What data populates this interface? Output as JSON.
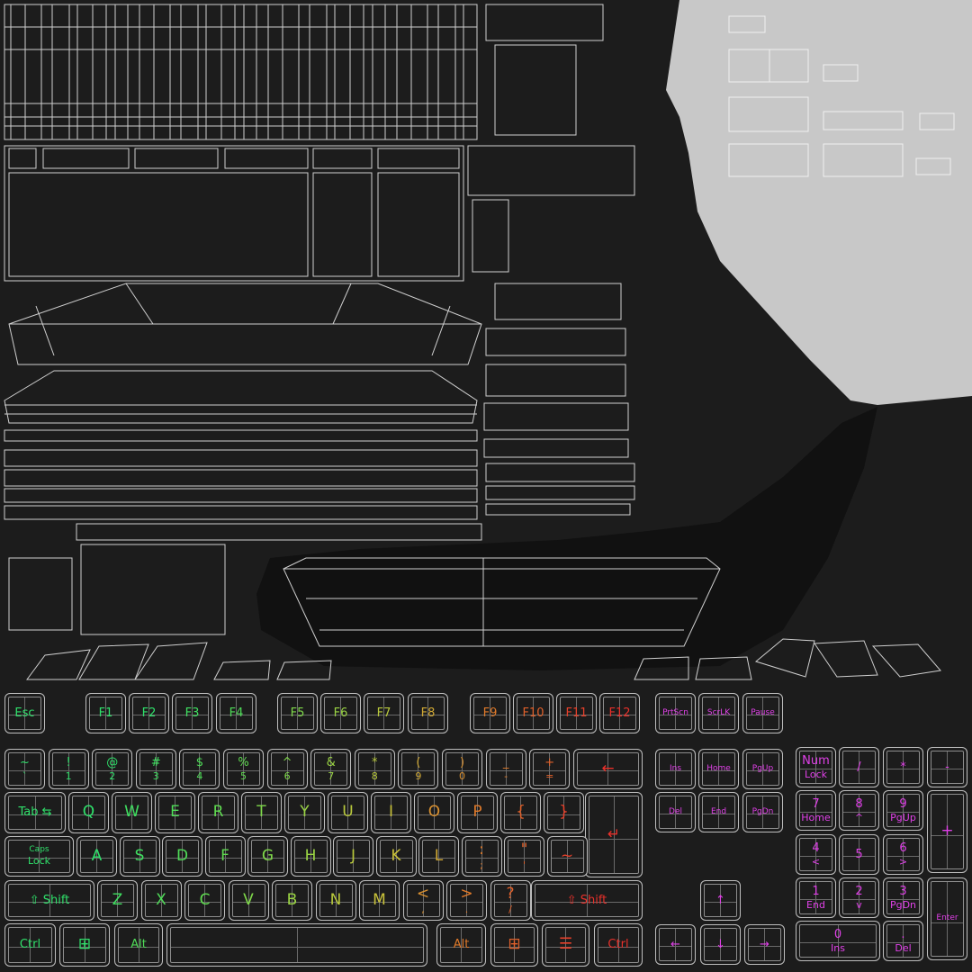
{
  "image": {
    "kind": "UV texture layout of a keyboard 3D model, wireframe",
    "background": "#1c1c1c",
    "uv_island_fill": "#c8c8c8",
    "wire_color": "#d0d0d0"
  },
  "colors": {
    "green": "#2fe06a",
    "lime": "#7fd94a",
    "yellow": "#c9c23a",
    "orange": "#e07a2a",
    "red": "#e8302a",
    "magenta": "#e040e8"
  },
  "keys": [
    {
      "label": "Esc",
      "color": "#2fe06a"
    },
    {
      "label": "F1",
      "color": "#2fe06a"
    },
    {
      "label": "F2",
      "color": "#2fe06a"
    },
    {
      "label": "F3",
      "color": "#3fe060"
    },
    {
      "label": "F4",
      "color": "#4fdc58"
    },
    {
      "label": "F5",
      "color": "#7fd94a"
    },
    {
      "label": "F6",
      "color": "#9ad444"
    },
    {
      "label": "F7",
      "color": "#b8c83c"
    },
    {
      "label": "F8",
      "color": "#d0a834"
    },
    {
      "label": "F9",
      "color": "#e07a2a"
    },
    {
      "label": "F10",
      "color": "#e0602a"
    },
    {
      "label": "F11",
      "color": "#e8402a"
    },
    {
      "label": "F12",
      "color": "#e8302a"
    },
    {
      "label": "PrtScn",
      "color": "#e040e8"
    },
    {
      "label": "ScrLK",
      "color": "#e040e8"
    },
    {
      "label": "Pause",
      "color": "#e040e8"
    },
    {
      "label": "~",
      "sub": "`",
      "color": "#2fe06a"
    },
    {
      "label": "!",
      "sub": "1",
      "color": "#2fe06a"
    },
    {
      "label": "@",
      "sub": "2",
      "color": "#2fe06a"
    },
    {
      "label": "#",
      "sub": "3",
      "color": "#3fe060"
    },
    {
      "label": "$",
      "sub": "4",
      "color": "#4fdc58"
    },
    {
      "label": "%",
      "sub": "5",
      "color": "#5fdc50"
    },
    {
      "label": "^",
      "sub": "6",
      "color": "#7fd94a"
    },
    {
      "label": "&",
      "sub": "7",
      "color": "#9ad444"
    },
    {
      "label": "*",
      "sub": "8",
      "color": "#b8c83c"
    },
    {
      "label": "(",
      "sub": "9",
      "color": "#d0a834"
    },
    {
      "label": ")",
      "sub": "0",
      "color": "#d89030"
    },
    {
      "label": "_",
      "sub": "-",
      "color": "#e07a2a"
    },
    {
      "label": "+",
      "sub": "=",
      "color": "#e0602a"
    },
    {
      "label": "←",
      "color": "#e8302a"
    },
    {
      "label": "Tab ⇆",
      "color": "#2fe06a"
    },
    {
      "label": "Q",
      "color": "#2fe06a"
    },
    {
      "label": "W",
      "color": "#3fe060"
    },
    {
      "label": "E",
      "color": "#4fdc58"
    },
    {
      "label": "R",
      "color": "#5fdc50"
    },
    {
      "label": "T",
      "color": "#7fd94a"
    },
    {
      "label": "Y",
      "color": "#9ad444"
    },
    {
      "label": "U",
      "color": "#b8c83c"
    },
    {
      "label": "I",
      "color": "#c9c23a"
    },
    {
      "label": "O",
      "color": "#d89030"
    },
    {
      "label": "P",
      "color": "#e07a2a"
    },
    {
      "label": "{",
      "color": "#e0602a"
    },
    {
      "label": "}",
      "color": "#e8402a"
    },
    {
      "label": "↵",
      "color": "#e8302a"
    },
    {
      "label": "Caps",
      "sub": "Lock",
      "color": "#2fe06a"
    },
    {
      "label": "A",
      "color": "#2fe06a"
    },
    {
      "label": "S",
      "color": "#3fe060"
    },
    {
      "label": "D",
      "color": "#4fdc58"
    },
    {
      "label": "F",
      "color": "#5fdc50"
    },
    {
      "label": "G",
      "color": "#7fd94a"
    },
    {
      "label": "H",
      "color": "#9ad444"
    },
    {
      "label": "J",
      "color": "#b8c83c"
    },
    {
      "label": "K",
      "color": "#c9c23a"
    },
    {
      "label": "L",
      "color": "#d0a834"
    },
    {
      "label": ":",
      "sub": ";",
      "color": "#e07a2a"
    },
    {
      "label": "\"",
      "sub": "'",
      "color": "#e0602a"
    },
    {
      "label": "~",
      "color": "#e8402a"
    },
    {
      "label": "⇧ Shift",
      "color": "#2fe06a"
    },
    {
      "label": "Z",
      "color": "#3fe060"
    },
    {
      "label": "X",
      "color": "#4fdc58"
    },
    {
      "label": "C",
      "color": "#5fdc50"
    },
    {
      "label": "V",
      "color": "#7fd94a"
    },
    {
      "label": "B",
      "color": "#9ad444"
    },
    {
      "label": "N",
      "color": "#b8c83c"
    },
    {
      "label": "M",
      "color": "#c9c23a"
    },
    {
      "label": "<",
      "sub": ",",
      "color": "#d89030"
    },
    {
      "label": ">",
      "sub": ".",
      "color": "#e07a2a"
    },
    {
      "label": "?",
      "sub": "/",
      "color": "#e0602a"
    },
    {
      "label": "⇧ Shift",
      "color": "#e8302a"
    },
    {
      "label": "Ctrl",
      "color": "#2fe06a"
    },
    {
      "label": "⊞",
      "color": "#2fe06a"
    },
    {
      "label": "Alt",
      "color": "#4fdc58"
    },
    {
      "label": "",
      "color": "#c9c23a"
    },
    {
      "label": "Alt",
      "color": "#e07a2a"
    },
    {
      "label": "⊞",
      "color": "#e0602a"
    },
    {
      "label": "☰",
      "color": "#e8402a"
    },
    {
      "label": "Ctrl",
      "color": "#e8302a"
    },
    {
      "label": "Ins",
      "color": "#e040e8"
    },
    {
      "label": "Home",
      "color": "#e040e8"
    },
    {
      "label": "PgUp",
      "color": "#e040e8"
    },
    {
      "label": "Del",
      "color": "#e040e8"
    },
    {
      "label": "End",
      "color": "#e040e8"
    },
    {
      "label": "PgDn",
      "color": "#e040e8"
    },
    {
      "label": "↑",
      "color": "#e040e8"
    },
    {
      "label": "←",
      "color": "#e040e8"
    },
    {
      "label": "↓",
      "color": "#e040e8"
    },
    {
      "label": "→",
      "color": "#e040e8"
    },
    {
      "label": "Num",
      "sub": "Lock",
      "color": "#e040e8"
    },
    {
      "label": "/",
      "color": "#e040e8"
    },
    {
      "label": "*",
      "color": "#e040e8"
    },
    {
      "label": "-",
      "color": "#e040e8"
    },
    {
      "label": "7",
      "sub": "Home",
      "color": "#e040e8"
    },
    {
      "label": "8",
      "sub": "^",
      "color": "#e040e8"
    },
    {
      "label": "9",
      "sub": "PgUp",
      "color": "#e040e8"
    },
    {
      "label": "+",
      "color": "#e040e8"
    },
    {
      "label": "4",
      "sub": "<",
      "color": "#e040e8"
    },
    {
      "label": "5",
      "color": "#e040e8"
    },
    {
      "label": "6",
      "sub": ">",
      "color": "#e040e8"
    },
    {
      "label": "1",
      "sub": "End",
      "color": "#e040e8"
    },
    {
      "label": "2",
      "sub": "v",
      "color": "#e040e8"
    },
    {
      "label": "3",
      "sub": "PgDn",
      "color": "#e040e8"
    },
    {
      "label": "Enter",
      "color": "#e040e8"
    },
    {
      "label": "0",
      "sub": "Ins",
      "color": "#e040e8"
    },
    {
      "label": ".",
      "sub": "Del",
      "color": "#e040e8"
    }
  ]
}
